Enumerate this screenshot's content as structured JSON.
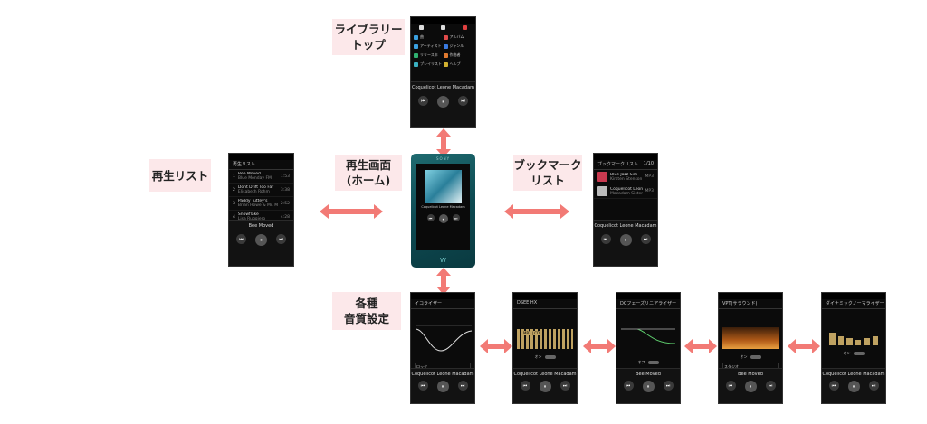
{
  "labels": {
    "library_top": [
      "ライブラリー",
      "トップ"
    ],
    "play_list": "再生リスト",
    "play_screen": [
      "再生画面",
      "(ホーム)"
    ],
    "bookmark_list": [
      "ブックマーク",
      "リスト"
    ],
    "sound_settings": [
      "各種",
      "音質設定"
    ]
  },
  "track_title": "Coquelicot Leone Macadam",
  "brand": "SONY",
  "walkman_mark": "W",
  "library_items": [
    {
      "label": "曲",
      "color": "#3aa0e0"
    },
    {
      "label": "アルバム",
      "color": "#e04a4a"
    },
    {
      "label": "アーティスト",
      "color": "#3aa0e0"
    },
    {
      "label": "ジャンル",
      "color": "#3a7ae0"
    },
    {
      "label": "リリース年",
      "color": "#2fb070"
    },
    {
      "label": "作曲者",
      "color": "#e07a30"
    },
    {
      "label": "プレイリスト",
      "color": "#3ab0c0"
    },
    {
      "label": "ヘルプ",
      "color": "#d0b030"
    }
  ],
  "playlist": {
    "header": "再生リスト",
    "items": [
      {
        "no": "1",
        "title": "Bee Moved",
        "sub": "Blue Monday FM",
        "time": "1:53"
      },
      {
        "no": "2",
        "title": "Dont Drift Too Far",
        "sub": "Elisabeth Rohm",
        "time": "3:38"
      },
      {
        "no": "3",
        "title": "Paddy Tuttey's",
        "sub": "Brian Howe & Mr. Meathead",
        "time": "2:52"
      },
      {
        "no": "4",
        "title": "Snowflake",
        "sub": "Lisa Ruggiero",
        "time": "4:28"
      }
    ],
    "now": "Bee Moved"
  },
  "bookmark": {
    "header": "ブックマークリスト",
    "page": "1/10",
    "items": [
      {
        "title": "Blue Jazz Sim",
        "sub": "Kirsten Stenson",
        "fmt": "MP3"
      },
      {
        "title": "Coquelicot Leone",
        "sub": "Macadam Sisters",
        "fmt": "MP3"
      }
    ]
  },
  "eq_screens": [
    {
      "header": "イコライザー",
      "bottom": "ロック",
      "track": "Coquelicot Leone Macadam"
    },
    {
      "header": "DSEE HX",
      "chip": "MP3 | CD",
      "toggle": "オン",
      "track": "Coquelicot Leone Macadam"
    },
    {
      "header": "DCフェーズリニアライザー",
      "toggle": "オフ",
      "track": "Bee Moved"
    },
    {
      "header": "VPT(サラウンド)",
      "toggle": "オン",
      "bottom": "スタジオ",
      "track": "Bee Moved"
    },
    {
      "header": "ダイナミックノーマライザー",
      "toggle": "オン",
      "track": "Coquelicot Leone Macadam"
    }
  ]
}
